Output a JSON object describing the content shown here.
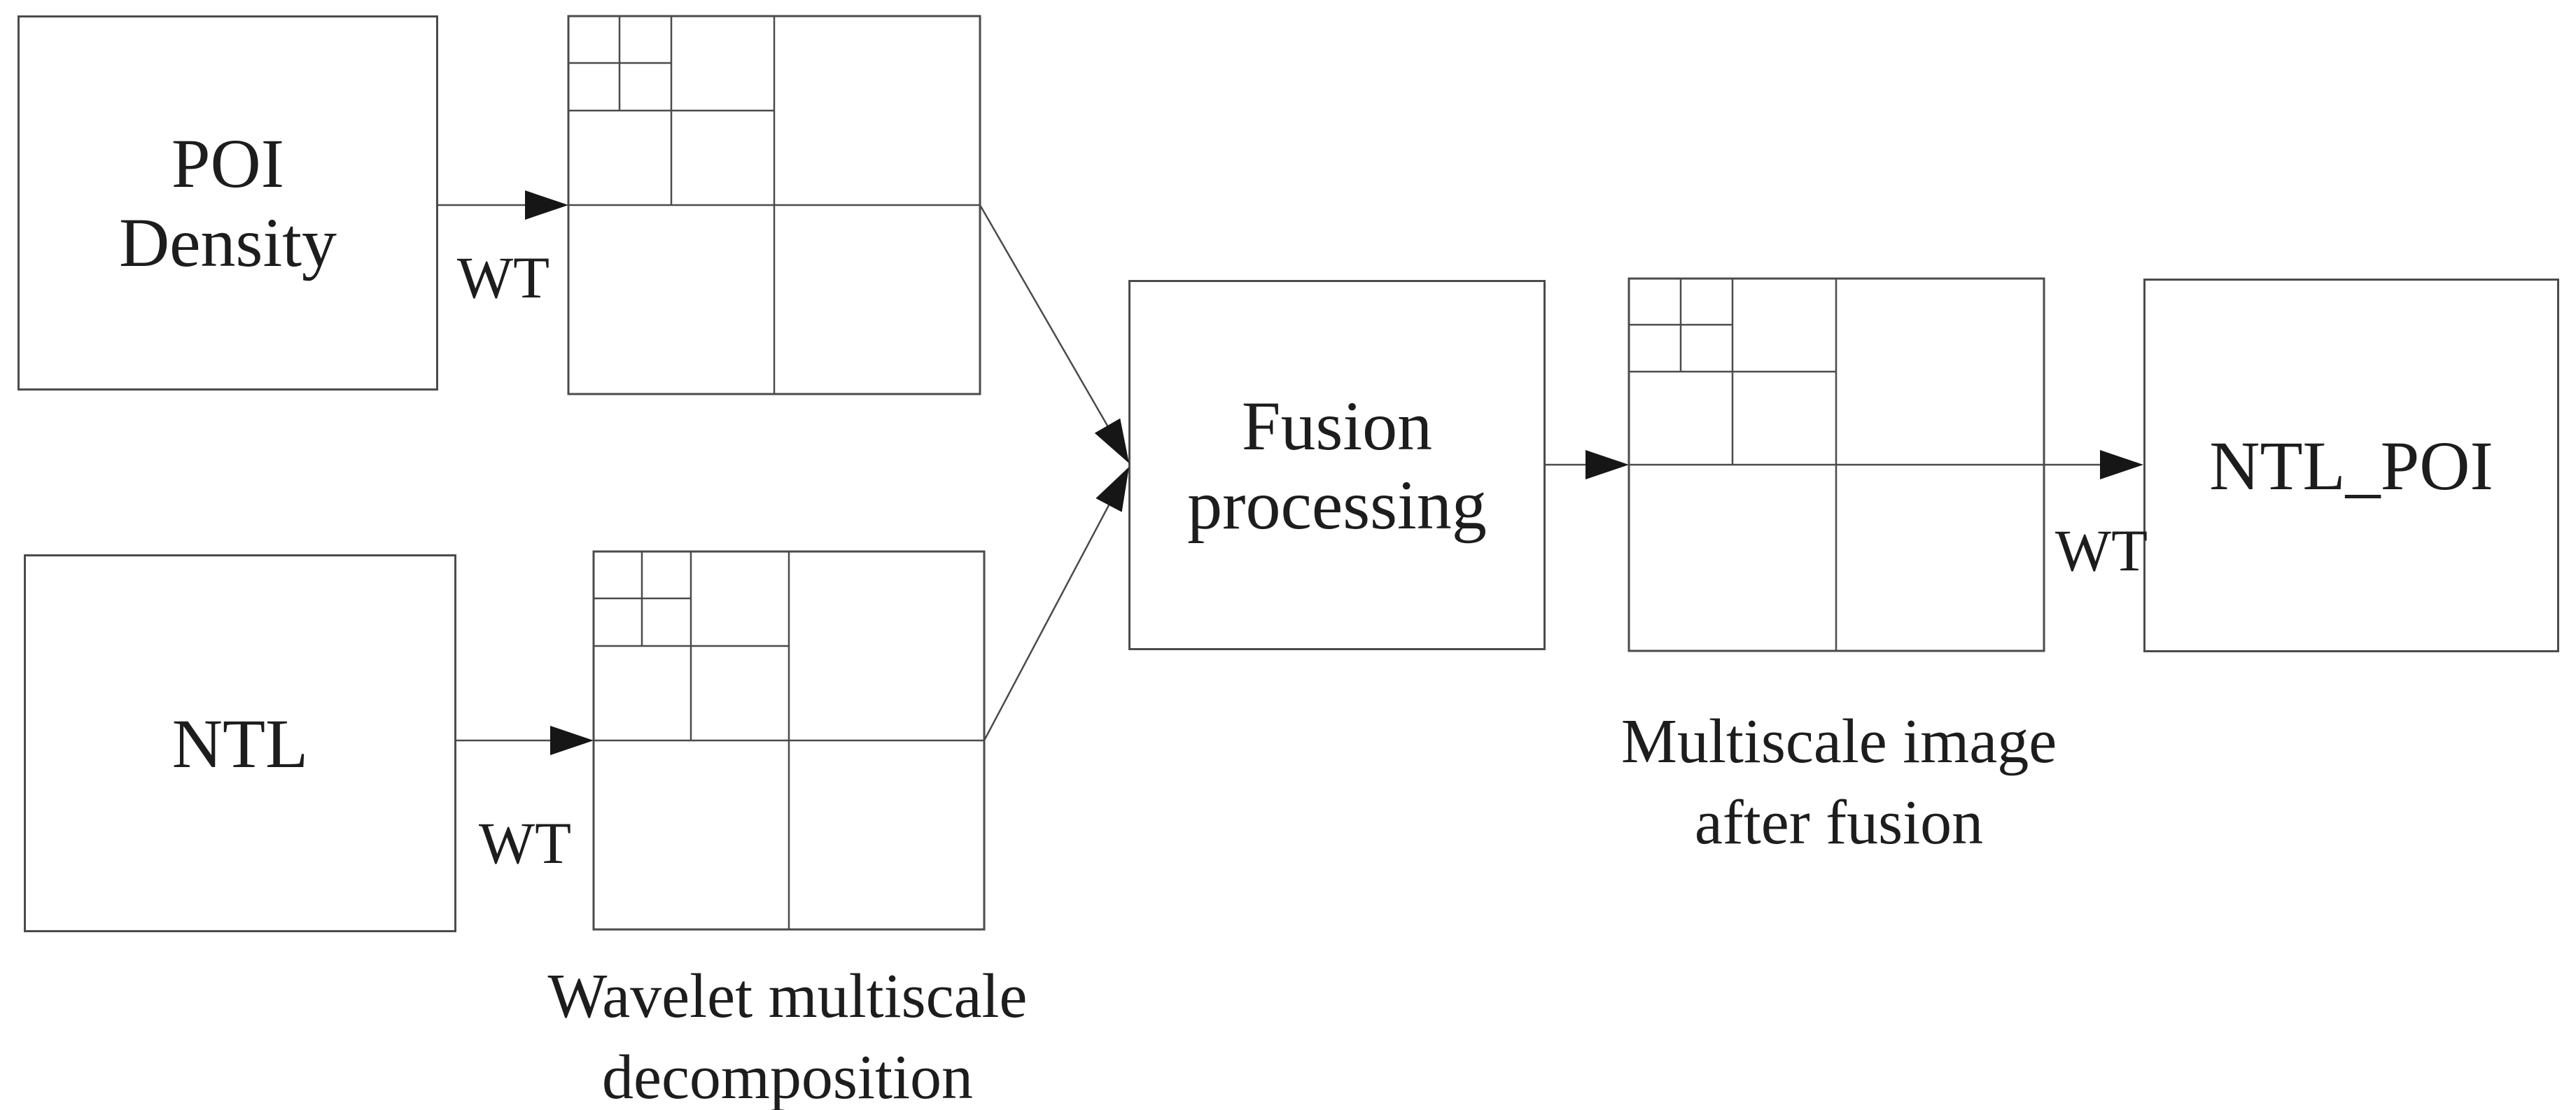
{
  "figure": {
    "background": "#ffffff",
    "line_color": "#4b4b4e",
    "arrowhead_color": "#161616",
    "text_color": "#1d1d1d"
  },
  "boxes": {
    "poi_density": {
      "line1": "POI",
      "line2": "Density"
    },
    "ntl": {
      "label": "NTL"
    },
    "fusion": {
      "line1": "Fusion",
      "line2": "processing"
    },
    "ntl_poi": {
      "label": "NTL_POI"
    }
  },
  "arrow_labels": {
    "wt_top": "WT",
    "wt_bottom": "WT",
    "wt_right": "WT"
  },
  "captions": {
    "decomposition": {
      "line1": "Wavelet multiscale",
      "line2": "decomposition"
    },
    "fused": {
      "line1": "Multiscale image",
      "line2": "after fusion"
    }
  }
}
